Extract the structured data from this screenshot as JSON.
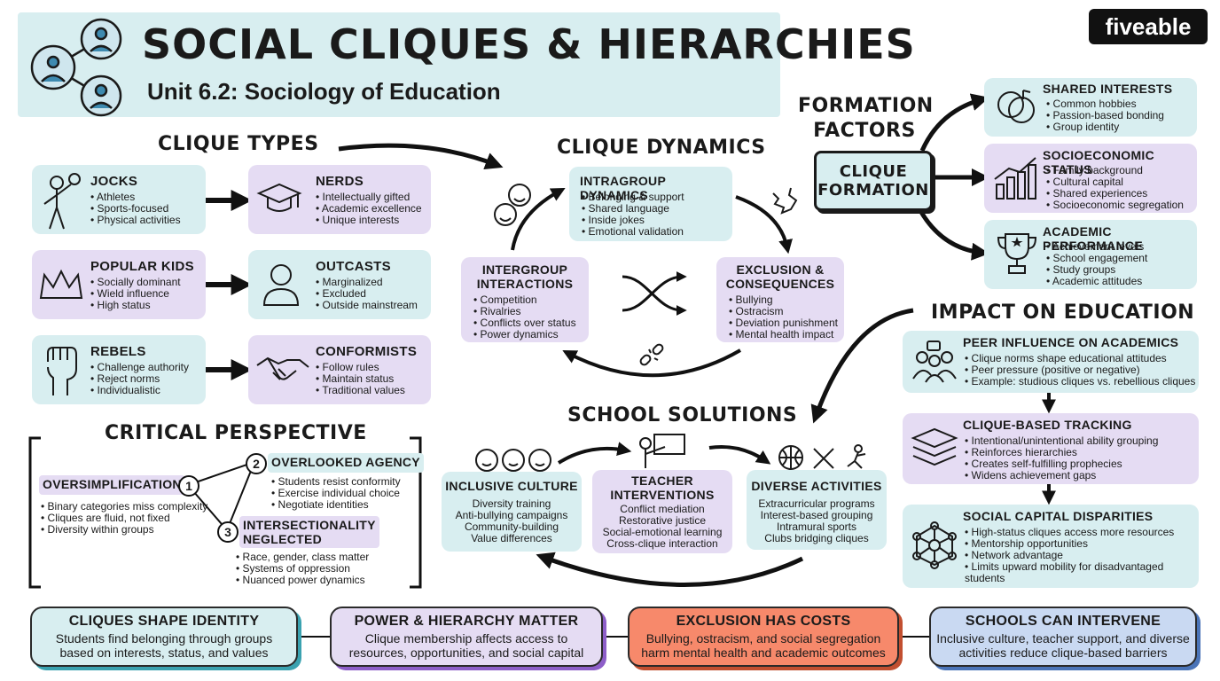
{
  "header": {
    "title": "SOCIAL CLIQUES & HIERARCHIES",
    "subtitle": "Unit 6.2: Sociology of Education",
    "logo": "fiveable"
  },
  "clique_types": {
    "heading": "CLIQUE TYPES",
    "items": [
      {
        "name": "JOCKS",
        "bullets": [
          "Athletes",
          "Sports-focused",
          "Physical activities"
        ]
      },
      {
        "name": "NERDS",
        "bullets": [
          "Intellectually gifted",
          "Academic excellence",
          "Unique interests"
        ]
      },
      {
        "name": "POPULAR KIDS",
        "bullets": [
          "Socially dominant",
          "Wield influence",
          "High status"
        ]
      },
      {
        "name": "OUTCASTS",
        "bullets": [
          "Marginalized",
          "Excluded",
          "Outside mainstream"
        ]
      },
      {
        "name": "REBELS",
        "bullets": [
          "Challenge authority",
          "Reject norms",
          "Individualistic"
        ]
      },
      {
        "name": "CONFORMISTS",
        "bullets": [
          "Follow rules",
          "Maintain status",
          "Traditional values"
        ]
      }
    ]
  },
  "critical": {
    "heading": "CRITICAL PERSPECTIVE",
    "n1": "1",
    "n2": "2",
    "n3": "3",
    "oversimplification": {
      "title": "OVERSIMPLIFICATION",
      "bullets": [
        "Binary categories miss complexity",
        "Cliques are fluid, not fixed",
        "Diversity within groups"
      ]
    },
    "agency": {
      "title": "OVERLOOKED AGENCY",
      "bullets": [
        "Students resist conformity",
        "Exercise individual choice",
        "Negotiate identities"
      ]
    },
    "intersectionality": {
      "title1": "INTERSECTIONALITY",
      "title2": "NEGLECTED",
      "bullets": [
        "Race, gender, class matter",
        "Systems of oppression",
        "Nuanced power dynamics"
      ]
    }
  },
  "dynamics": {
    "heading": "CLIQUE DYNAMICS",
    "intragroup": {
      "title": "INTRAGROUP DYNAMICS",
      "bullets": [
        "Belonging & support",
        "Shared language",
        "Inside jokes",
        "Emotional validation"
      ]
    },
    "intergroup": {
      "title1": "INTERGROUP",
      "title2": "INTERACTIONS",
      "bullets": [
        "Competition",
        "Rivalries",
        "Conflicts over status",
        "Power dynamics"
      ]
    },
    "exclusion": {
      "title1": "EXCLUSION &",
      "title2": "CONSEQUENCES",
      "bullets": [
        "Bullying",
        "Ostracism",
        "Deviation punishment",
        "Mental health impact"
      ]
    }
  },
  "formation": {
    "heading1": "FORMATION",
    "heading2": "FACTORS",
    "center1": "CLIQUE",
    "center2": "FORMATION",
    "items": [
      {
        "title": "SHARED INTERESTS",
        "bullets": [
          "Common hobbies",
          "Passion-based bonding",
          "Group identity"
        ]
      },
      {
        "title": "SOCIOECONOMIC STATUS",
        "bullets": [
          "Family background",
          "Cultural capital",
          "Shared experiences",
          "Socioeconomic segregation"
        ]
      },
      {
        "title": "ACADEMIC PERFORMANCE",
        "bullets": [
          "Achievement levels",
          "School engagement",
          "Study groups",
          "Academic attitudes"
        ]
      }
    ]
  },
  "impact": {
    "heading": "IMPACT ON EDUCATION",
    "items": [
      {
        "title": "PEER INFLUENCE ON ACADEMICS",
        "bullets": [
          "Clique norms shape educational attitudes",
          "Peer pressure (positive or negative)",
          "Example: studious cliques vs. rebellious cliques"
        ]
      },
      {
        "title": "CLIQUE-BASED TRACKING",
        "bullets": [
          "Intentional/unintentional ability grouping",
          "Reinforces hierarchies",
          "Creates self-fulfilling prophecies",
          "Widens achievement gaps"
        ]
      },
      {
        "title": "SOCIAL CAPITAL DISPARITIES",
        "bullets": [
          "High-status cliques access more resources",
          "Mentorship opportunities",
          "Network advantage",
          "Limits upward mobility for disadvantaged students"
        ]
      }
    ]
  },
  "solutions": {
    "heading": "SCHOOL SOLUTIONS",
    "inclusive": {
      "title": "INCLUSIVE CULTURE",
      "lines": [
        "Diversity training",
        "Anti-bullying campaigns",
        "Community-building",
        "Value differences"
      ]
    },
    "teacher": {
      "title1": "TEACHER",
      "title2": "INTERVENTIONS",
      "lines": [
        "Conflict mediation",
        "Restorative justice",
        "Social-emotional learning",
        "Cross-clique interaction"
      ]
    },
    "diverse": {
      "title": "DIVERSE ACTIVITIES",
      "lines": [
        "Extracurricular programs",
        "Interest-based grouping",
        "Intramural sports",
        "Clubs bridging cliques"
      ]
    }
  },
  "takeaways": [
    {
      "title": "CLIQUES SHAPE IDENTITY",
      "line1": "Students find belonging through groups",
      "line2": "based on interests, status, and values",
      "color": "#d8eef0"
    },
    {
      "title": "POWER & HIERARCHY MATTER",
      "line1": "Clique membership affects access to",
      "line2": "resources, opportunities, and social capital",
      "color": "#e5dcf3"
    },
    {
      "title": "EXCLUSION HAS COSTS",
      "line1": "Bullying, ostracism, and social segregation",
      "line2": "harm mental health and academic outcomes",
      "color": "#f7896b"
    },
    {
      "title": "SCHOOLS CAN INTERVENE",
      "line1": "Inclusive culture, teacher support, and diverse",
      "line2": "activities reduce clique-based barriers",
      "color": "#c9d9f2"
    }
  ]
}
